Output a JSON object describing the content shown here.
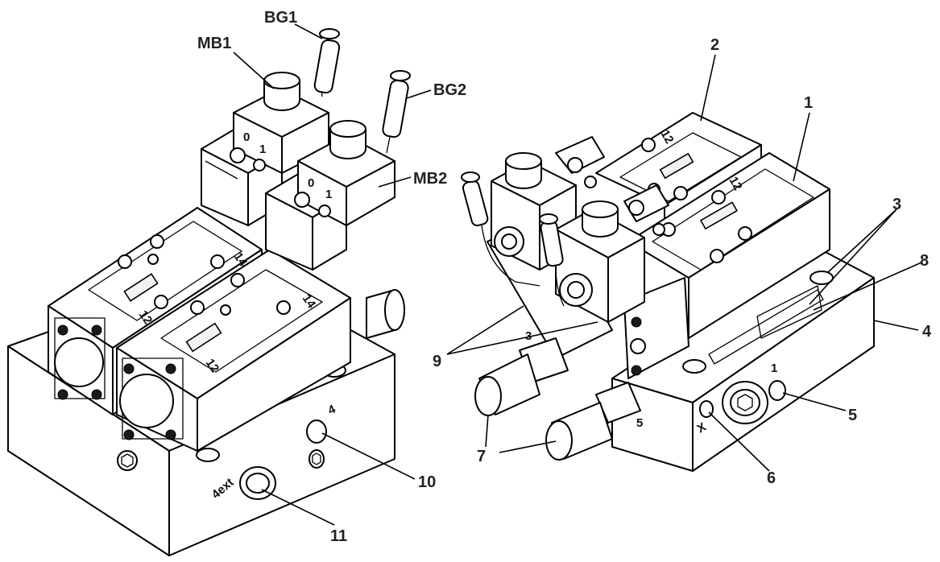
{
  "left_assembly": {
    "labels": {
      "bg1": "BG1",
      "mb1": "MB1",
      "bg2": "BG2",
      "mb2": "MB2",
      "port_10": "10",
      "port_11": "11"
    },
    "stamps": {
      "port_4": "4",
      "port_4ext": "4ext",
      "coil_14_a": "14",
      "coil_14_b": "14",
      "coil_12_a": "12",
      "coil_12_b": "12",
      "solenoid_0_a": "0",
      "solenoid_1_a": "1",
      "solenoid_0_b": "0",
      "solenoid_1_b": "1"
    }
  },
  "right_assembly": {
    "labels": {
      "item_2": "2",
      "item_1": "1",
      "item_3": "3",
      "item_8": "8",
      "item_4": "4",
      "item_5": "5",
      "item_6": "6",
      "item_7": "7",
      "item_9": "9"
    },
    "stamps": {
      "port_1": "1",
      "port_x": "X",
      "port_5": "5",
      "port_3": "3",
      "coil_12_a": "12",
      "coil_12_b": "12"
    }
  }
}
